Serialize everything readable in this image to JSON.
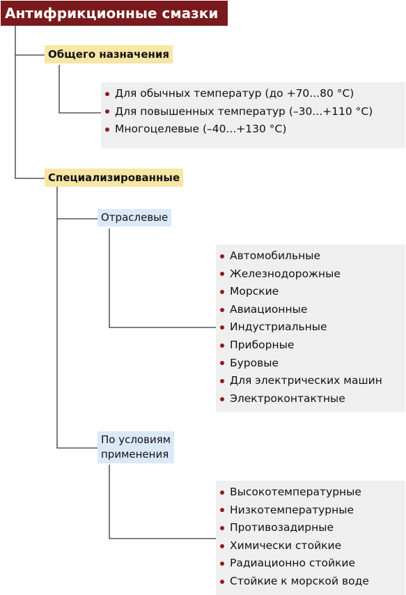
{
  "title": "Антифрикционные смазки",
  "general": {
    "label": "Общего назначения",
    "items": [
      "Для обычных температур (до +70...80 °С)",
      "Для повышенных температур (–30...+110 °С)",
      "Многоцелевые (–40...+130 °С)"
    ]
  },
  "specialized": {
    "label": "Специализированные",
    "industry": {
      "label": "Отраслевые",
      "items": [
        "Автомобильные",
        "Железнодорожные",
        "Морские",
        "Авиационные",
        "Индустриальные",
        "Приборные",
        "Буровые",
        "Для электрических машин",
        "Электроконтактные"
      ]
    },
    "conditions": {
      "label_line1": "По условиям",
      "label_line2": "применения",
      "items": [
        "Высокотемпературные",
        "Низкотемпературные",
        "Противозадирные",
        "Химически стойкие",
        "Радиационно стойкие",
        "Стойкие к морской воде"
      ]
    }
  },
  "colors": {
    "title_bg": "#7a1a1d",
    "level1_bg": "#f7e6a4",
    "level2_bg": "#dbe9f7",
    "list_bg": "#efefef",
    "bullet": "#8c1d1d",
    "connector": "#333333"
  }
}
